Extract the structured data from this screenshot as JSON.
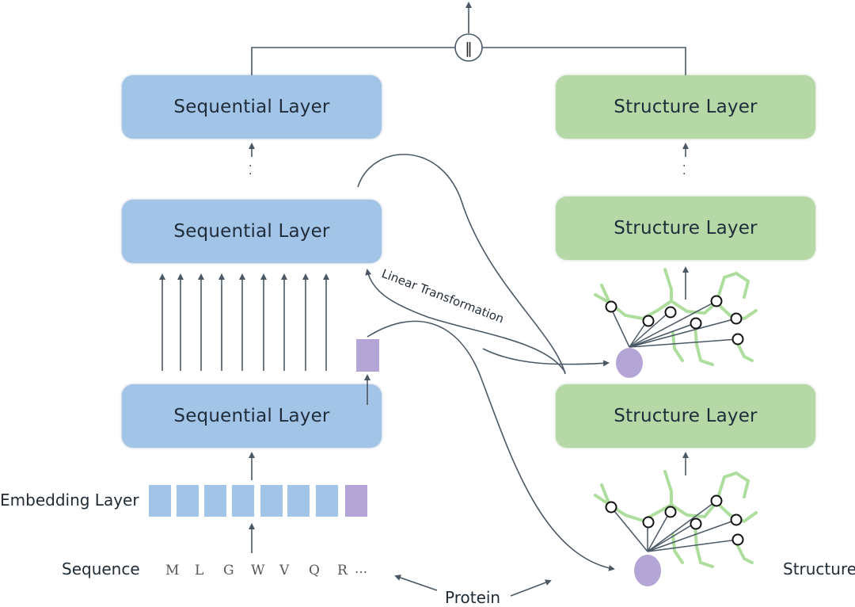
{
  "sequential_layers": [
    {
      "label": "Sequential Layer"
    },
    {
      "label": "Sequential Layer"
    },
    {
      "label": "Sequential Layer"
    }
  ],
  "structure_layers": [
    {
      "label": "Structure Layer"
    },
    {
      "label": "Structure Layer"
    },
    {
      "label": "Structure Layer"
    }
  ],
  "concat_symbol": "‖",
  "ellipsis": ".",
  "embedding": {
    "label": "Embedding Layer",
    "tokens": [
      "blue",
      "blue",
      "blue",
      "blue",
      "blue",
      "blue",
      "blue",
      "purple"
    ]
  },
  "sequence": {
    "label": "Sequence",
    "letters": [
      "M",
      "L",
      "G",
      "W",
      "V",
      "Q",
      "R",
      "..."
    ]
  },
  "protein_label": "Protein",
  "structure_label": "Structure",
  "linear_transformation_label": "Linear Transformation",
  "colors": {
    "sequential": "#a2c4e6",
    "structure": "#b5d8a6",
    "purple": "#b3a5d6",
    "arrow": "#4a5866"
  }
}
